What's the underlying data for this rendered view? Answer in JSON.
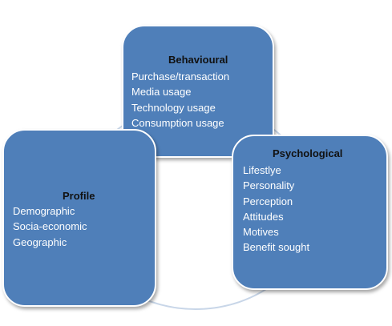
{
  "colors": {
    "box_fill": "#4f7fb9",
    "ring": "#c8d6e8",
    "title_text": "#111111",
    "item_text": "#ffffff"
  },
  "boxes": {
    "behavioural": {
      "title": "Behavioural",
      "items": [
        "Purchase/transaction",
        "Media usage",
        "Technology usage",
        "Consumption usage"
      ]
    },
    "profile": {
      "title": "Profile",
      "items": [
        "Demographic",
        "Socia-economic",
        "Geographic"
      ]
    },
    "psychological": {
      "title": "Psychological",
      "items": [
        "Lifestlye",
        "Personality",
        "Perception",
        "Attitudes",
        "Motives",
        "Benefit sought"
      ]
    }
  }
}
